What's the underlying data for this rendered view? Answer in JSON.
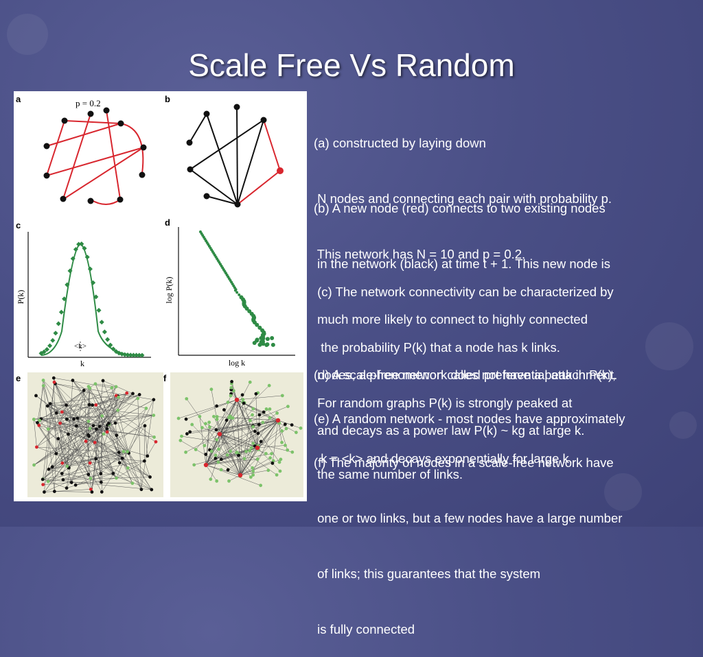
{
  "slide": {
    "title": "Scale Free Vs Random"
  },
  "figure": {
    "panels": {
      "a": {
        "label": "a",
        "annotation": "p = 0.2"
      },
      "b": {
        "label": "b"
      },
      "c": {
        "label": "c",
        "ylabel": "P(k)",
        "xlabel": "k",
        "marker": "<k>"
      },
      "d": {
        "label": "d",
        "ylabel": "log P(k)",
        "xlabel": "log k"
      },
      "e": {
        "label": "e"
      },
      "f": {
        "label": "f"
      }
    },
    "colors": {
      "red": "#d8262e",
      "green": "#2e8b45",
      "light_green": "#7cc26a",
      "black": "#111111",
      "bg_e": "#ecebd9"
    }
  },
  "captions": {
    "a": [
      "(a) constructed by laying down",
      " N nodes and connecting each pair with probability p.",
      " This network has N = 10 and p = 0.2."
    ],
    "b": [
      "(b) A new node (red) connects to two existing nodes",
      " in the network (black) at time t + 1. This new node is",
      " much more likely to connect to highly connected",
      " nodes, a phenomenon called preferential attachment."
    ],
    "c": [
      " (c) The network connectivity can be characterized by",
      "  the probability P(k) that a node has k links.",
      " For random graphs P(k) is strongly peaked at",
      "  k = <k> and decays exponentially for large k."
    ],
    "d": [
      "(d) A scale-free network does not have a peak in P(k),",
      " and decays as a power law P(k) ~ kg at large k."
    ],
    "e": [
      "(e) A random network - most nodes have approximately",
      " the same number of links."
    ],
    "f": [
      "(f) The majority of nodes in a scale-free network have",
      " one or two links, but a few nodes have a large number",
      " of links; this guarantees that the system",
      " is fully connected"
    ]
  }
}
